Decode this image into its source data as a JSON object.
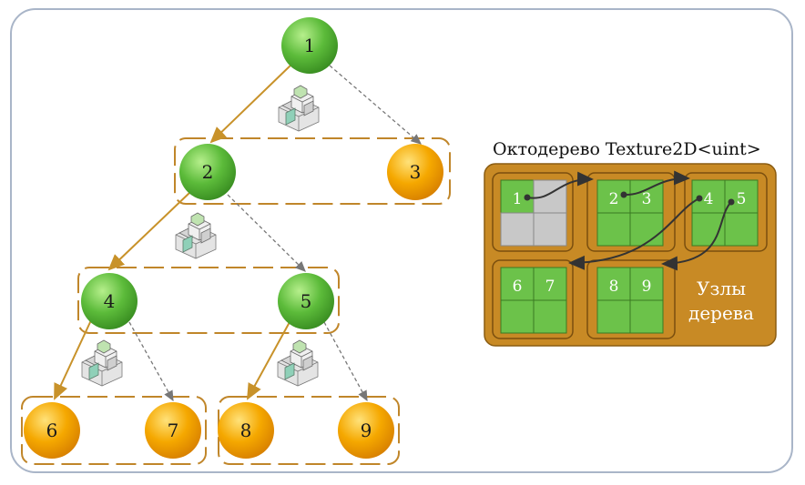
{
  "tree": {
    "nodes": [
      {
        "id": "1",
        "color": "green"
      },
      {
        "id": "2",
        "color": "green"
      },
      {
        "id": "3",
        "color": "orange"
      },
      {
        "id": "4",
        "color": "green"
      },
      {
        "id": "5",
        "color": "green"
      },
      {
        "id": "6",
        "color": "orange"
      },
      {
        "id": "7",
        "color": "orange"
      },
      {
        "id": "8",
        "color": "orange"
      },
      {
        "id": "9",
        "color": "orange"
      }
    ],
    "edges": [
      {
        "from": "1",
        "to": "2",
        "style": "solid"
      },
      {
        "from": "1",
        "to": "3",
        "style": "dashed"
      },
      {
        "from": "2",
        "to": "4",
        "style": "solid"
      },
      {
        "from": "2",
        "to": "5",
        "style": "dashed"
      },
      {
        "from": "4",
        "to": "6",
        "style": "solid"
      },
      {
        "from": "4",
        "to": "7",
        "style": "dashed"
      },
      {
        "from": "5",
        "to": "8",
        "style": "solid"
      },
      {
        "from": "5",
        "to": "9",
        "style": "dashed"
      }
    ]
  },
  "texture": {
    "title": "Октодерево Texture2D<uint>",
    "cell_labels": [
      "1",
      "2",
      "3",
      "4",
      "5",
      "6",
      "7",
      "8",
      "9"
    ],
    "caption_line1": "Узлы",
    "caption_line2": "дерева"
  },
  "colors": {
    "green": "#5cbb3a",
    "orange": "#f5a800",
    "edge_solid": "#c8922a",
    "edge_dashed": "#777777",
    "panel": "#c88a25",
    "cell_green": "#6cc24a",
    "cell_grey": "#c8c8c8",
    "frame": "#a9b5c8"
  }
}
